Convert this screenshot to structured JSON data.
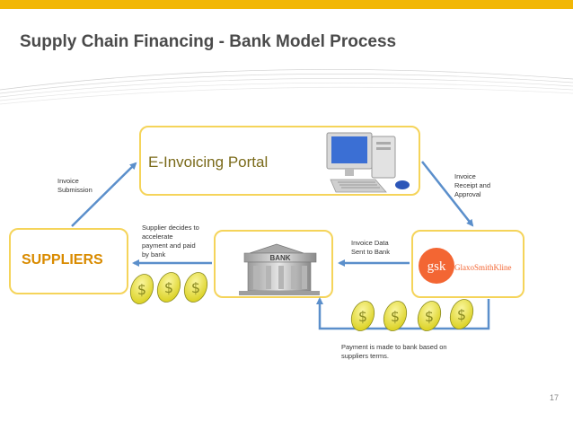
{
  "slide": {
    "title": "Supply Chain Financing - Bank Model Process",
    "page_number": "17"
  },
  "nodes": {
    "portal": "E-Invoicing Portal",
    "suppliers": "SUPPLIERS",
    "bank_sign": "BANK",
    "gsk_logo": "gsk",
    "gsk_name": "GlaxoSmithKline"
  },
  "labels": {
    "invoice_submission": [
      "Invoice",
      "Submission"
    ],
    "invoice_receipt": [
      "Invoice",
      "Receipt and",
      "Approval"
    ],
    "supplier_decides": [
      "Supplier decides to",
      "accelerate",
      "payment and paid",
      "by bank"
    ],
    "invoice_data": [
      "Invoice Data",
      "Sent to Bank"
    ],
    "payment_made": [
      "Payment is made to bank based on",
      "suppliers terms."
    ]
  },
  "colors": {
    "accent_bar": "#f2b705",
    "box_border": "#f5d45a",
    "arrow": "#5b8fcb",
    "suppliers_text": "#d98b00",
    "gsk_orange": "#f36633",
    "coin": "#f2ea3c"
  }
}
